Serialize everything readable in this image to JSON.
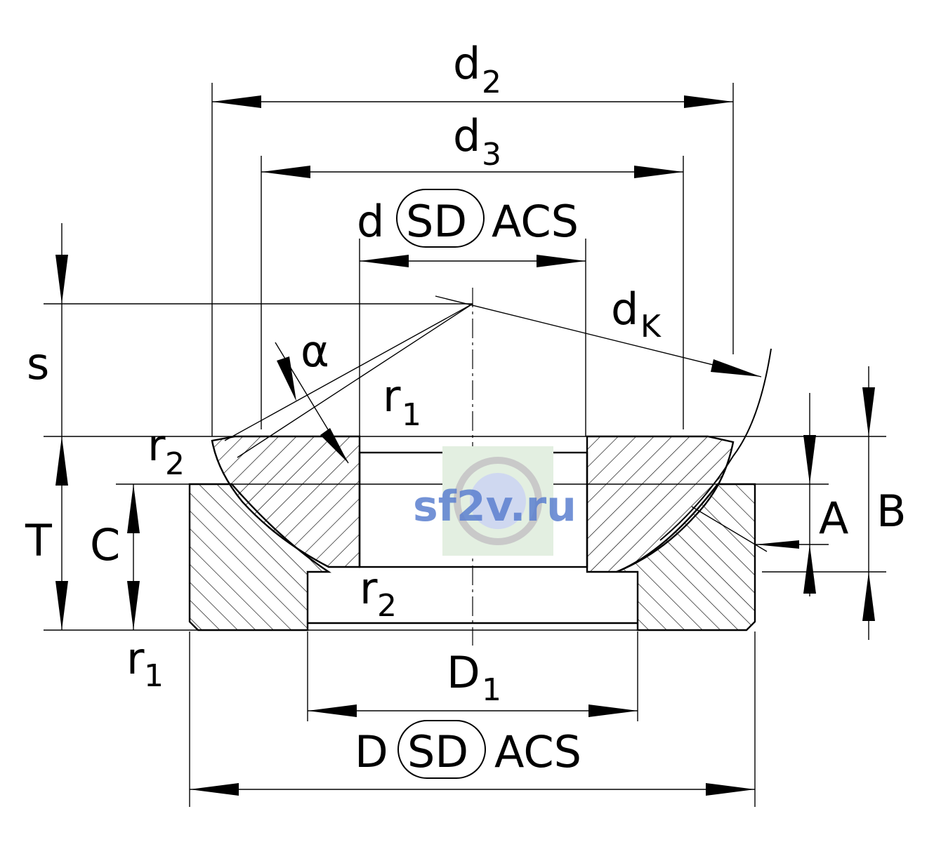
{
  "labels": {
    "d2": {
      "main": "d",
      "sub": "2"
    },
    "d3": {
      "main": "d",
      "sub": "3"
    },
    "d": {
      "main": "d",
      "tol": "SD",
      "suffix": "ACS"
    },
    "dk": {
      "main": "d",
      "sub": "K"
    },
    "s": "s",
    "alpha": "α",
    "r1_top": {
      "main": "r",
      "sub": "1"
    },
    "r2_left": {
      "main": "r",
      "sub": "2"
    },
    "r2_bottom": {
      "main": "r",
      "sub": "2"
    },
    "r1_bottom": {
      "main": "r",
      "sub": "1"
    },
    "T": "T",
    "C": "C",
    "A": "A",
    "B": "B",
    "D1": {
      "main": "D",
      "sub": "1"
    },
    "D": {
      "main": "D",
      "tol": "SD",
      "suffix": "ACS"
    }
  },
  "watermark": {
    "text": "sf2v.ru",
    "color": "#5b7fcf"
  }
}
